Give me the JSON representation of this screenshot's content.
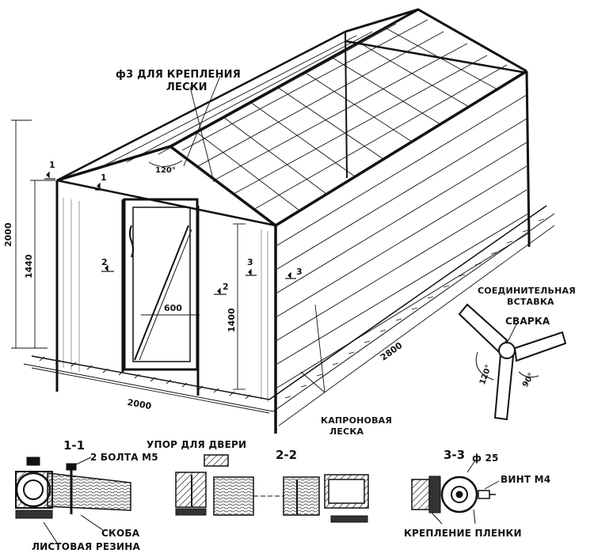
{
  "labels": {
    "fishing_line_mount": "ф3 ДЛЯ КРЕПЛЕНИЯ",
    "fishing_line_mount_2": "ЛЕСКИ",
    "connector_insert": "СОЕДИНИТЕЛЬНАЯ",
    "connector_insert_2": "ВСТАВКА",
    "welding": "СВАРКА",
    "nylon_line": "КАПРОНОВАЯ",
    "nylon_line_2": "ЛЕСКА",
    "door_stop": "УПОР ДЛЯ ДВЕРИ",
    "two_bolts": "2 БОЛТА М5",
    "bracket": "СКОБА",
    "sheet_rubber": "ЛИСТОВАЯ РЕЗИНА",
    "diameter_25": "ф 25",
    "screw_m4": "ВИНТ М4",
    "film_mount": "КРЕПЛЕНИЕ ПЛЕНКИ"
  },
  "dimensions": {
    "total_height": "2000",
    "wall_height": "1440",
    "side_height": "1400",
    "door_width": "600",
    "front_width": "2000",
    "length": "2800",
    "roof_angle": "120°",
    "connector_angle_a": "120°",
    "connector_angle_b": "90°"
  },
  "section_marks": {
    "m1a": "1",
    "m1b": "1",
    "m2a": "2",
    "m2b": "2",
    "m3a": "3",
    "m3b": "3"
  },
  "sections": {
    "s1": "1-1",
    "s2": "2-2",
    "s3": "3-3"
  }
}
